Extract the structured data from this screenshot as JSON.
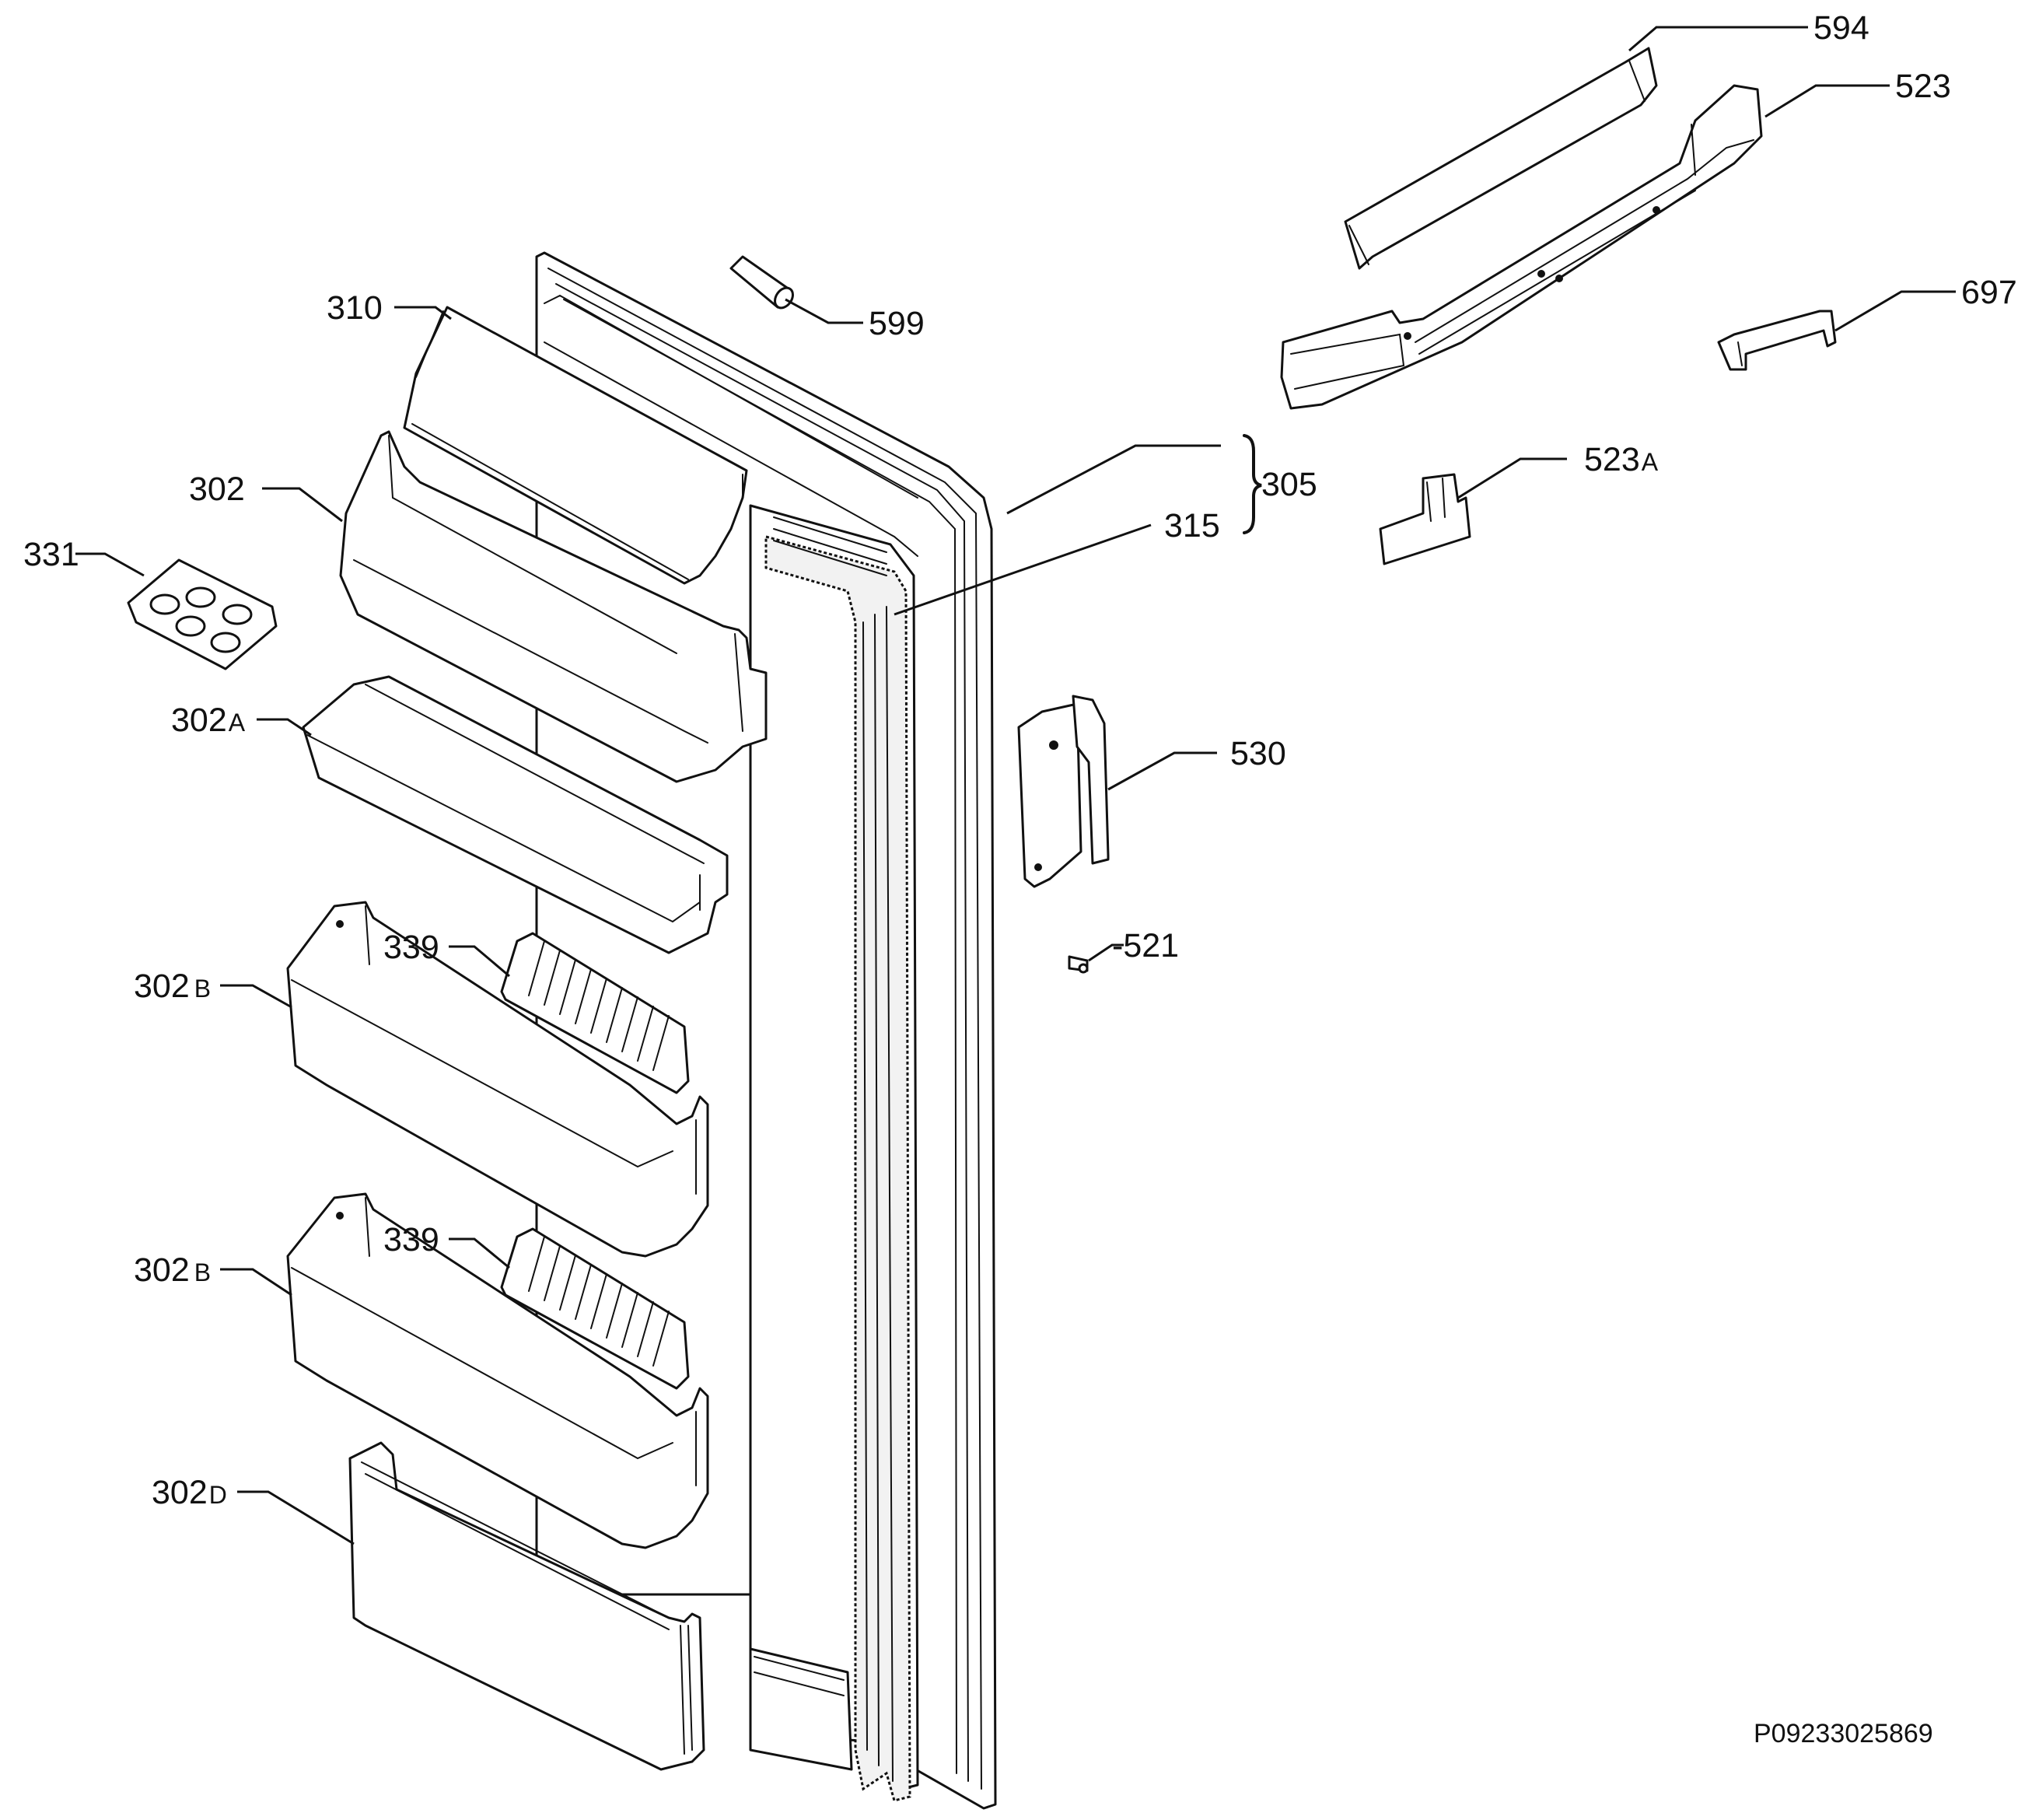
{
  "diagram": {
    "reference_code": "P09233025869",
    "callouts": {
      "c594": "594",
      "c523": "523",
      "c697": "697",
      "c599": "599",
      "c310": "310",
      "c302": "302",
      "c331": "331",
      "c305": "305",
      "c315": "315",
      "c523a": {
        "number": "523",
        "suffix": "A"
      },
      "c302a": {
        "number": "302",
        "suffix": "A"
      },
      "c530": "530",
      "c521": "-521",
      "c339_upper": "339",
      "c302b_upper": {
        "number": "302",
        "suffix": "B"
      },
      "c339_lower": "339",
      "c302b_lower": {
        "number": "302",
        "suffix": "B"
      },
      "c302d": {
        "number": "302",
        "suffix": "D"
      }
    }
  }
}
